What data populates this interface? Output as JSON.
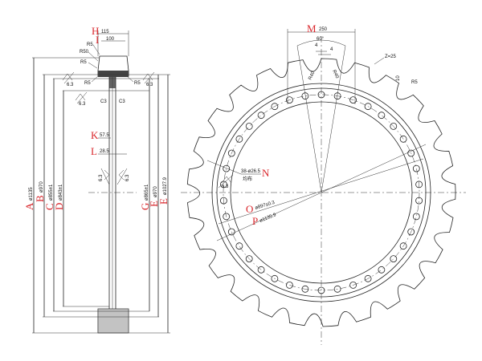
{
  "colors": {
    "label": "#d9262b",
    "line": "#222222"
  },
  "section_view": {
    "H": {
      "letter": "H",
      "value": "115"
    },
    "I": {
      "letter": "I",
      "value": "100"
    },
    "K": {
      "letter": "K",
      "value": "57.5"
    },
    "L": {
      "letter": "L",
      "value": "28.5"
    },
    "A": {
      "letter": "A",
      "value": "ø1135"
    },
    "B": {
      "letter": "B",
      "value": "ø970"
    },
    "C": {
      "letter": "C",
      "value": "ø855±1"
    },
    "D": {
      "letter": "D",
      "value": "ø843±1"
    },
    "G": {
      "letter": "G",
      "value": "ø865±1"
    },
    "E": {
      "letter": "E",
      "value": "ø970"
    },
    "F": {
      "letter": "E",
      "value": "ø1027.9"
    },
    "radii": [
      "R5",
      "R50",
      "R5",
      "R5",
      "R5"
    ],
    "roughness": [
      "6.3",
      "6.3",
      "6.3",
      "6.3",
      "6.3"
    ],
    "chamfers": [
      "C3",
      "C3"
    ]
  },
  "front_view": {
    "M": {
      "letter": "M",
      "value": "250"
    },
    "angle": "60°",
    "tooth_dims": [
      "4",
      "4"
    ],
    "tooth_radii": [
      "R40",
      "R40"
    ],
    "teeth": "Z=25",
    "tip_dim": "10",
    "tip_radius": "R5",
    "N": {
      "letter": "N",
      "value": "38-ø26.5",
      "note": "均布"
    },
    "roughness": "6.3",
    "O": {
      "letter": "O",
      "value": "ø897±0.3"
    },
    "P": {
      "letter": "P",
      "value": "ø1135.9"
    }
  }
}
